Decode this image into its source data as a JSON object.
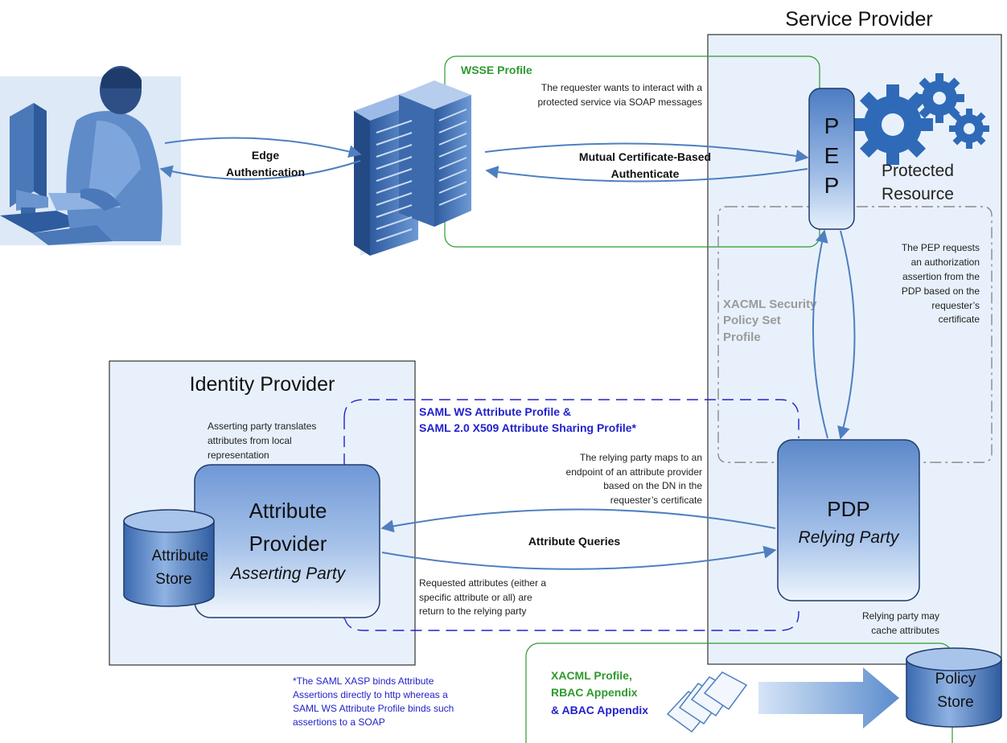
{
  "colors": {
    "container_fill": "#e8f1fb",
    "container_stroke": "#333333",
    "green_profile": "#2e9a2e",
    "blue_profile": "#2222cc",
    "gray_profile": "#8a8a8a",
    "arrow": "#4f7fc0",
    "box_gradient_top": "#ffffff",
    "box_gradient_bottom": "#2e5fa8"
  },
  "service_provider": {
    "title": "Service Provider"
  },
  "identity_provider": {
    "title": "Identity Provider"
  },
  "wsse": {
    "title": "WSSE Profile",
    "note_line1": "The requester wants to interact with a",
    "note_line2": "protected service via SOAP messages"
  },
  "edge_auth": {
    "line1": "Edge",
    "line2": "Authentication"
  },
  "mutual_auth": {
    "line1": "Mutual Certificate-Based",
    "line2": "Authenticate"
  },
  "pep": {
    "letters": [
      "P",
      "E",
      "P"
    ]
  },
  "protected_resource": {
    "line1": "Protected",
    "line2": "Resource"
  },
  "pep_note": {
    "lines": [
      "The PEP requests",
      "an authorization",
      "assertion from the",
      "PDP based on the",
      "requester’s",
      "certificate"
    ]
  },
  "xacml_policy": {
    "lines": [
      "XACML Security",
      "Policy Set",
      "Profile"
    ]
  },
  "saml": {
    "line1": "SAML WS Attribute Profile &",
    "line2": "SAML 2.0 X509 Attribute Sharing Profile*"
  },
  "asserting_note": {
    "lines": [
      "Asserting party translates",
      "attributes from local",
      "representation"
    ]
  },
  "relying_map_note": {
    "lines": [
      "The relying party maps to an",
      "endpoint of an attribute provider",
      "based on the DN in the",
      "requester’s certificate"
    ]
  },
  "attribute_provider": {
    "line1": "Attribute",
    "line2": "Provider",
    "line3": "Asserting Party"
  },
  "attribute_store": {
    "line1": "Attribute",
    "line2": "Store"
  },
  "attribute_queries": {
    "label": "Attribute Queries"
  },
  "requested_note": {
    "lines": [
      "Requested attributes (either a",
      "specific attribute or all) are",
      "return to the relying party"
    ]
  },
  "pdp": {
    "title": "PDP",
    "subtitle": "Relying Party"
  },
  "cache_note": {
    "lines": [
      "Relying party may",
      "cache attributes"
    ]
  },
  "footnote": {
    "lines": [
      "*The SAML XASP binds Attribute",
      "Assertions directly to http whereas a",
      "SAML WS Attribute Profile binds such",
      "assertions to a SOAP"
    ]
  },
  "xacml_profile": {
    "line1": "XACML Profile,",
    "line2": "RBAC Appendix",
    "line3": "& ABAC Appendix"
  },
  "policy_store": {
    "line1": "Policy",
    "line2": "Store"
  }
}
